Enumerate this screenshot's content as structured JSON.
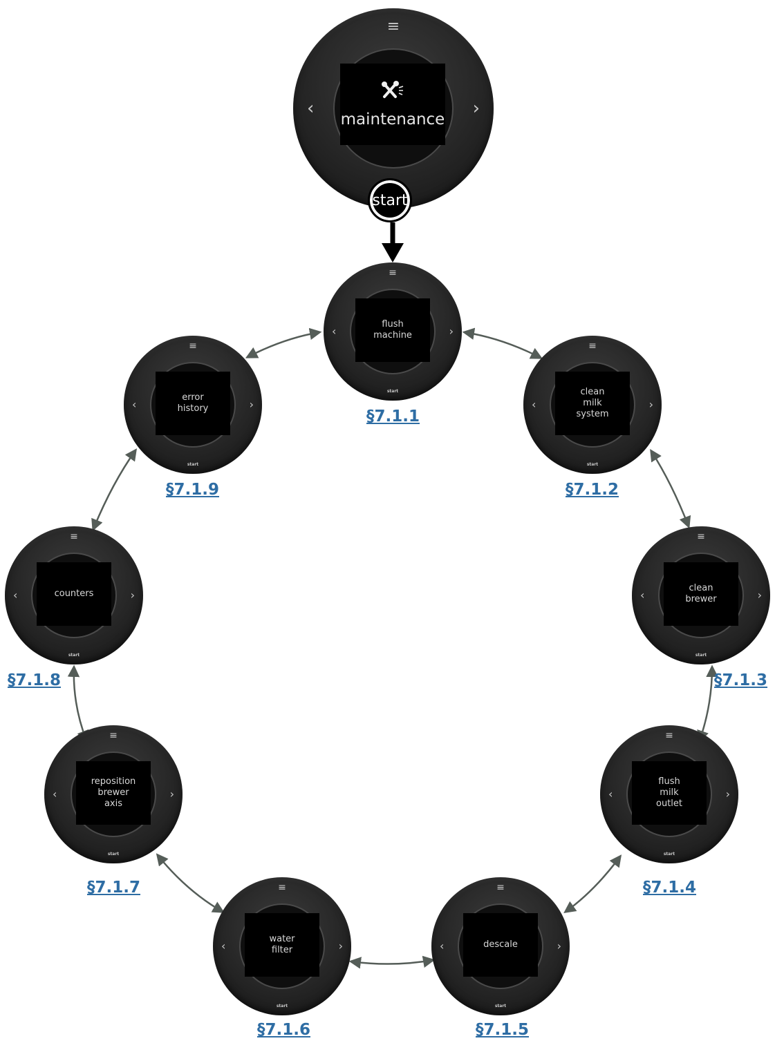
{
  "top_screen": {
    "label": "maintenance",
    "icon": "tools-icon",
    "start_label": "start"
  },
  "menu_items": [
    {
      "id": "flush-machine",
      "lines": [
        "flush",
        "machine"
      ],
      "ref": "§7.1.1",
      "start": "start"
    },
    {
      "id": "clean-milk-system",
      "lines": [
        "clean",
        "milk",
        "system"
      ],
      "ref": "§7.1.2",
      "start": "start"
    },
    {
      "id": "clean-brewer",
      "lines": [
        "clean",
        "brewer"
      ],
      "ref": "§7.1.3",
      "start": "start"
    },
    {
      "id": "flush-milk-outlet",
      "lines": [
        "flush",
        "milk",
        "outlet"
      ],
      "ref": "§7.1.4",
      "start": "start"
    },
    {
      "id": "descale",
      "lines": [
        "descale"
      ],
      "ref": "§7.1.5",
      "start": "start"
    },
    {
      "id": "water-filter",
      "lines": [
        "water",
        "filter"
      ],
      "ref": "§7.1.6",
      "start": "start"
    },
    {
      "id": "reposition-brewer-axis",
      "lines": [
        "reposition",
        "brewer",
        "axis"
      ],
      "ref": "§7.1.7",
      "start": "start"
    },
    {
      "id": "counters",
      "lines": [
        "counters"
      ],
      "ref": "§7.1.8",
      "start": "start"
    },
    {
      "id": "error-history",
      "lines": [
        "error",
        "history"
      ],
      "ref": "§7.1.9",
      "start": "start"
    }
  ],
  "colors": {
    "link": "#2e6da4",
    "connector": "#555d58",
    "dial_body": "#2a2a2a",
    "screen": "#000000"
  },
  "glyphs": {
    "menu": "≡",
    "left": "‹",
    "right": "›"
  }
}
